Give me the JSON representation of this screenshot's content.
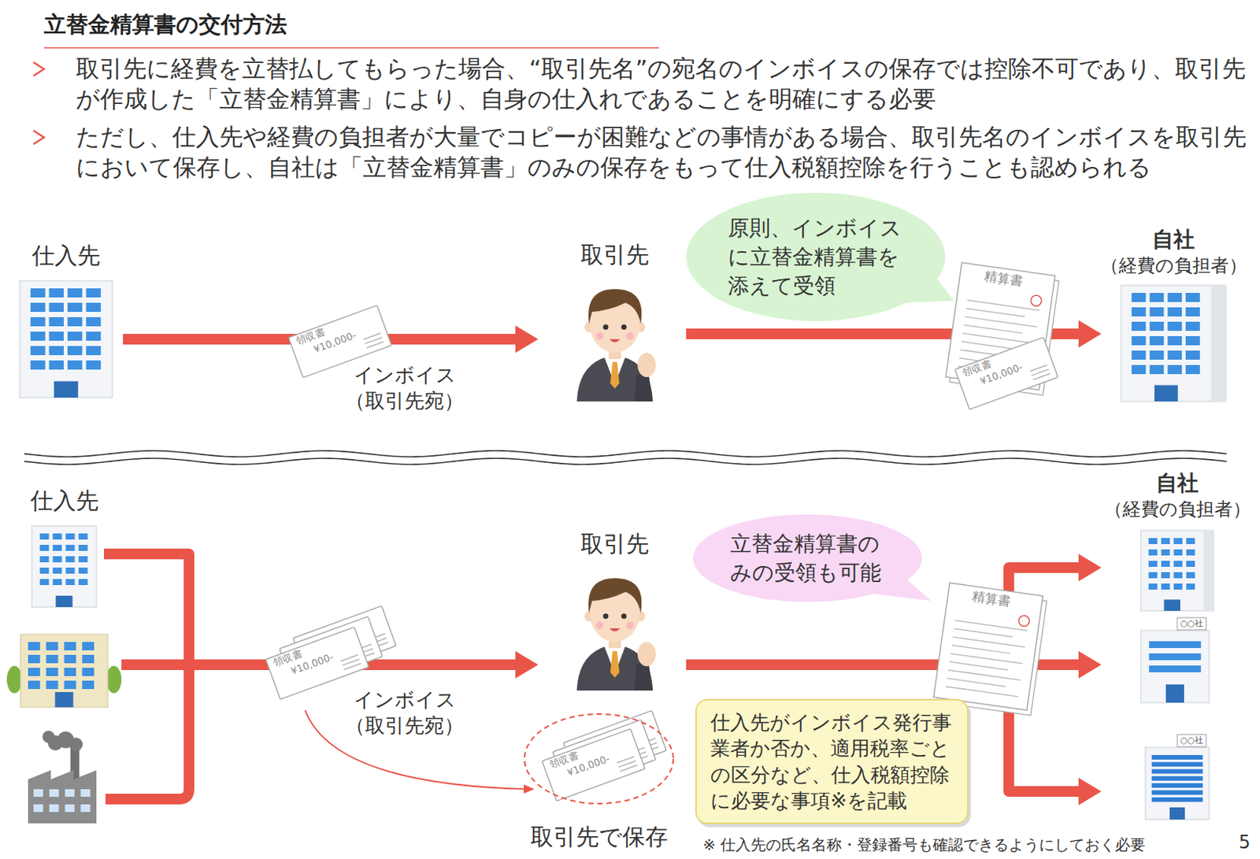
{
  "diagram": {
    "title": "立替金精算書の交付方法",
    "nodes": [
      {
        "text": [
          "仕入先"
        ]
      },
      {
        "text": [
          "取引先"
        ]
      },
      {
        "text": [
          "原則、インボイスに立替金精算書を添えて受領"
        ]
      },
      {
        "text": [
          "自社",
          "（経費の負担者）"
        ]
      },
      {
        "text": [
          "仕入先"
        ]
      },
      {
        "text": [
          "取引先"
        ]
      },
      {
        "text": [
          "立替金精算書のみの受領も可能"
        ]
      },
      {
        "text": [
          "自社",
          "（経費の負担者）"
        ]
      },
      {
        "text": [
          "取引先で保存"
        ]
      },
      {
        "text": [
          "仕入先がインボイス発行事業者か否か、適用税率ごとの区分など、仕入税額控除に必要な事項※を記載"
        ]
      },
      {
        "text": [
          "○○社"
        ]
      },
      {
        "text": [
          "○○社"
        ]
      }
    ],
    "edges": [
      {
        "from": 0,
        "to": 1,
        "arrow": "to",
        "label": "インボイス （取引先宛）"
      },
      {
        "from": 1,
        "to": 3,
        "arrow": "to"
      },
      {
        "from": 4,
        "to": 5,
        "arrow": "to",
        "label": "インボイス （取引先宛）"
      },
      {
        "from": 5,
        "to": 7,
        "arrow": "to"
      },
      {
        "from": 5,
        "to": 10,
        "arrow": "to"
      },
      {
        "from": 5,
        "to": 11,
        "arrow": "to"
      }
    ],
    "labels": [
      "取引先に経費を立替払してもらった場合、“取引先名”の宛名のインボイスの保存では控除不可であり、取引先が作成した「立替金精算書」により、自身の仕入れであることを明確にする必要",
      "ただし、仕入先や経費の負担者が大量でコピーが困難などの事情がある場合、取引先名のインボイスを取引先において保存し、自社は「立替金精算書」のみの保存をもって仕入税額控除を行うことも認められる",
      "領収書",
      "¥10,000-",
      "精算書",
      "領収書",
      "¥10,000-",
      "領収書",
      "¥10,000-",
      "領収書",
      "¥10,000-",
      "精算書",
      "※ 仕入先の氏名名称・登録番号も確認できるようにしておく必要",
      "5"
    ]
  }
}
